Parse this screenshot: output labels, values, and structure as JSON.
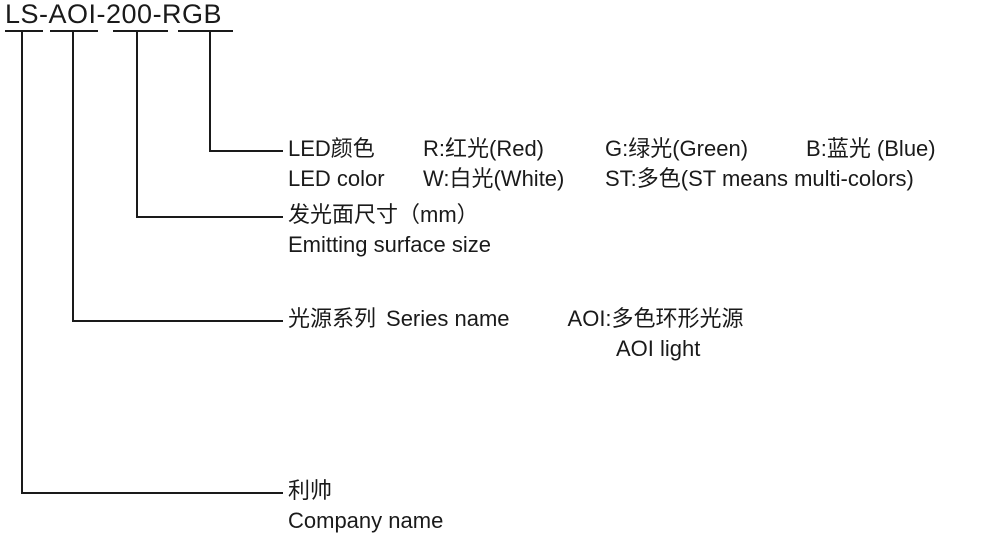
{
  "part_number": "LS-AOI-200-RGB",
  "segments": [
    {
      "code": "LS",
      "name": "company"
    },
    {
      "code": "AOI",
      "name": "series"
    },
    {
      "code": "200",
      "name": "size"
    },
    {
      "code": "RGB",
      "name": "led-color"
    }
  ],
  "callouts": {
    "led_color": {
      "label_cn": "LED颜色",
      "label_en": "LED color",
      "options_row1": [
        {
          "code": "R",
          "cn": "红光",
          "en": "(Red)",
          "text": "R:红光(Red)"
        },
        {
          "code": "G",
          "cn": "绿光",
          "en": "(Green)",
          "text": "G:绿光(Green)"
        },
        {
          "code": "B",
          "cn": "蓝光",
          "en": "(Blue)",
          "text": "B:蓝光 (Blue)"
        }
      ],
      "options_row2": [
        {
          "code": "W",
          "cn": "白光",
          "en": "(White)",
          "text": "W:白光(White)"
        },
        {
          "code": "ST",
          "cn": "多色",
          "en": "(ST means multi-colors)",
          "text": "ST:多色(ST means multi-colors)"
        }
      ]
    },
    "emitting_size": {
      "label_cn": "发光面尺寸（mm）",
      "label_en": "Emitting surface size"
    },
    "series": {
      "label_cn": "光源系列",
      "label_en": "Series name",
      "value_cn": "AOI:多色环形光源",
      "value_en": "AOI light"
    },
    "company": {
      "label_cn": "利帅",
      "label_en": "Company name"
    }
  },
  "colors": {
    "line": "#1a1a1a",
    "text": "#1a1a1a",
    "background": "#ffffff"
  }
}
